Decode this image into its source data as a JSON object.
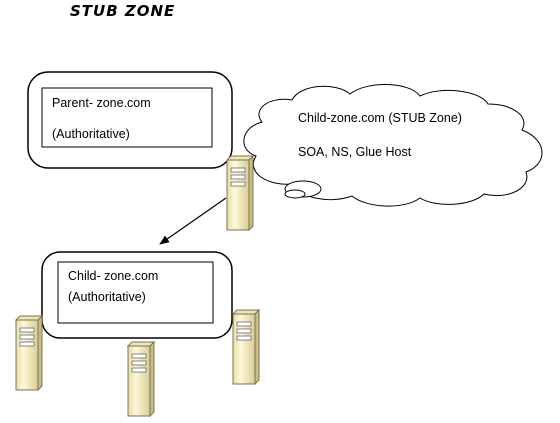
{
  "title": "STUB ZONE",
  "parent_zone": {
    "name": "Parent- zone.com",
    "role": "(Authoritative)"
  },
  "stub_cloud": {
    "name": "Child-zone.com (STUB Zone)",
    "records": "SOA, NS, Glue Host"
  },
  "child_zone": {
    "name": "Child- zone.com",
    "role": "(Authoritative)"
  },
  "colors": {
    "server_fill": "#fff3c4",
    "server_edge": "#7a7450",
    "line": "#000000"
  },
  "icons": {
    "server": "server-tower-icon"
  }
}
